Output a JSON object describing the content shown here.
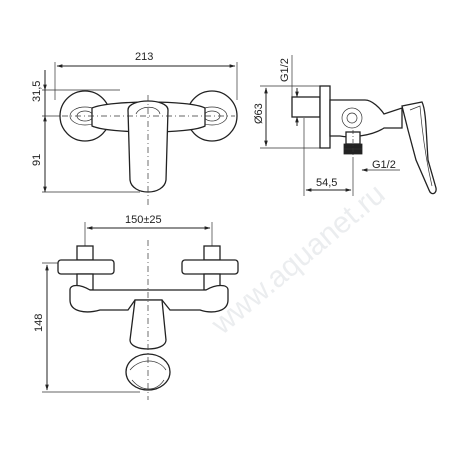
{
  "drawing": {
    "dimensions": {
      "overall_width": "213",
      "height_top": "31,5",
      "height_bottom": "91",
      "thread_top": "G1/2",
      "flange_diameter": "Ø63",
      "thread_bottom": "G1/2",
      "projection": "54,5",
      "center_distance": "150±25",
      "total_height": "148"
    },
    "watermark": "www.aquanet.ru"
  }
}
